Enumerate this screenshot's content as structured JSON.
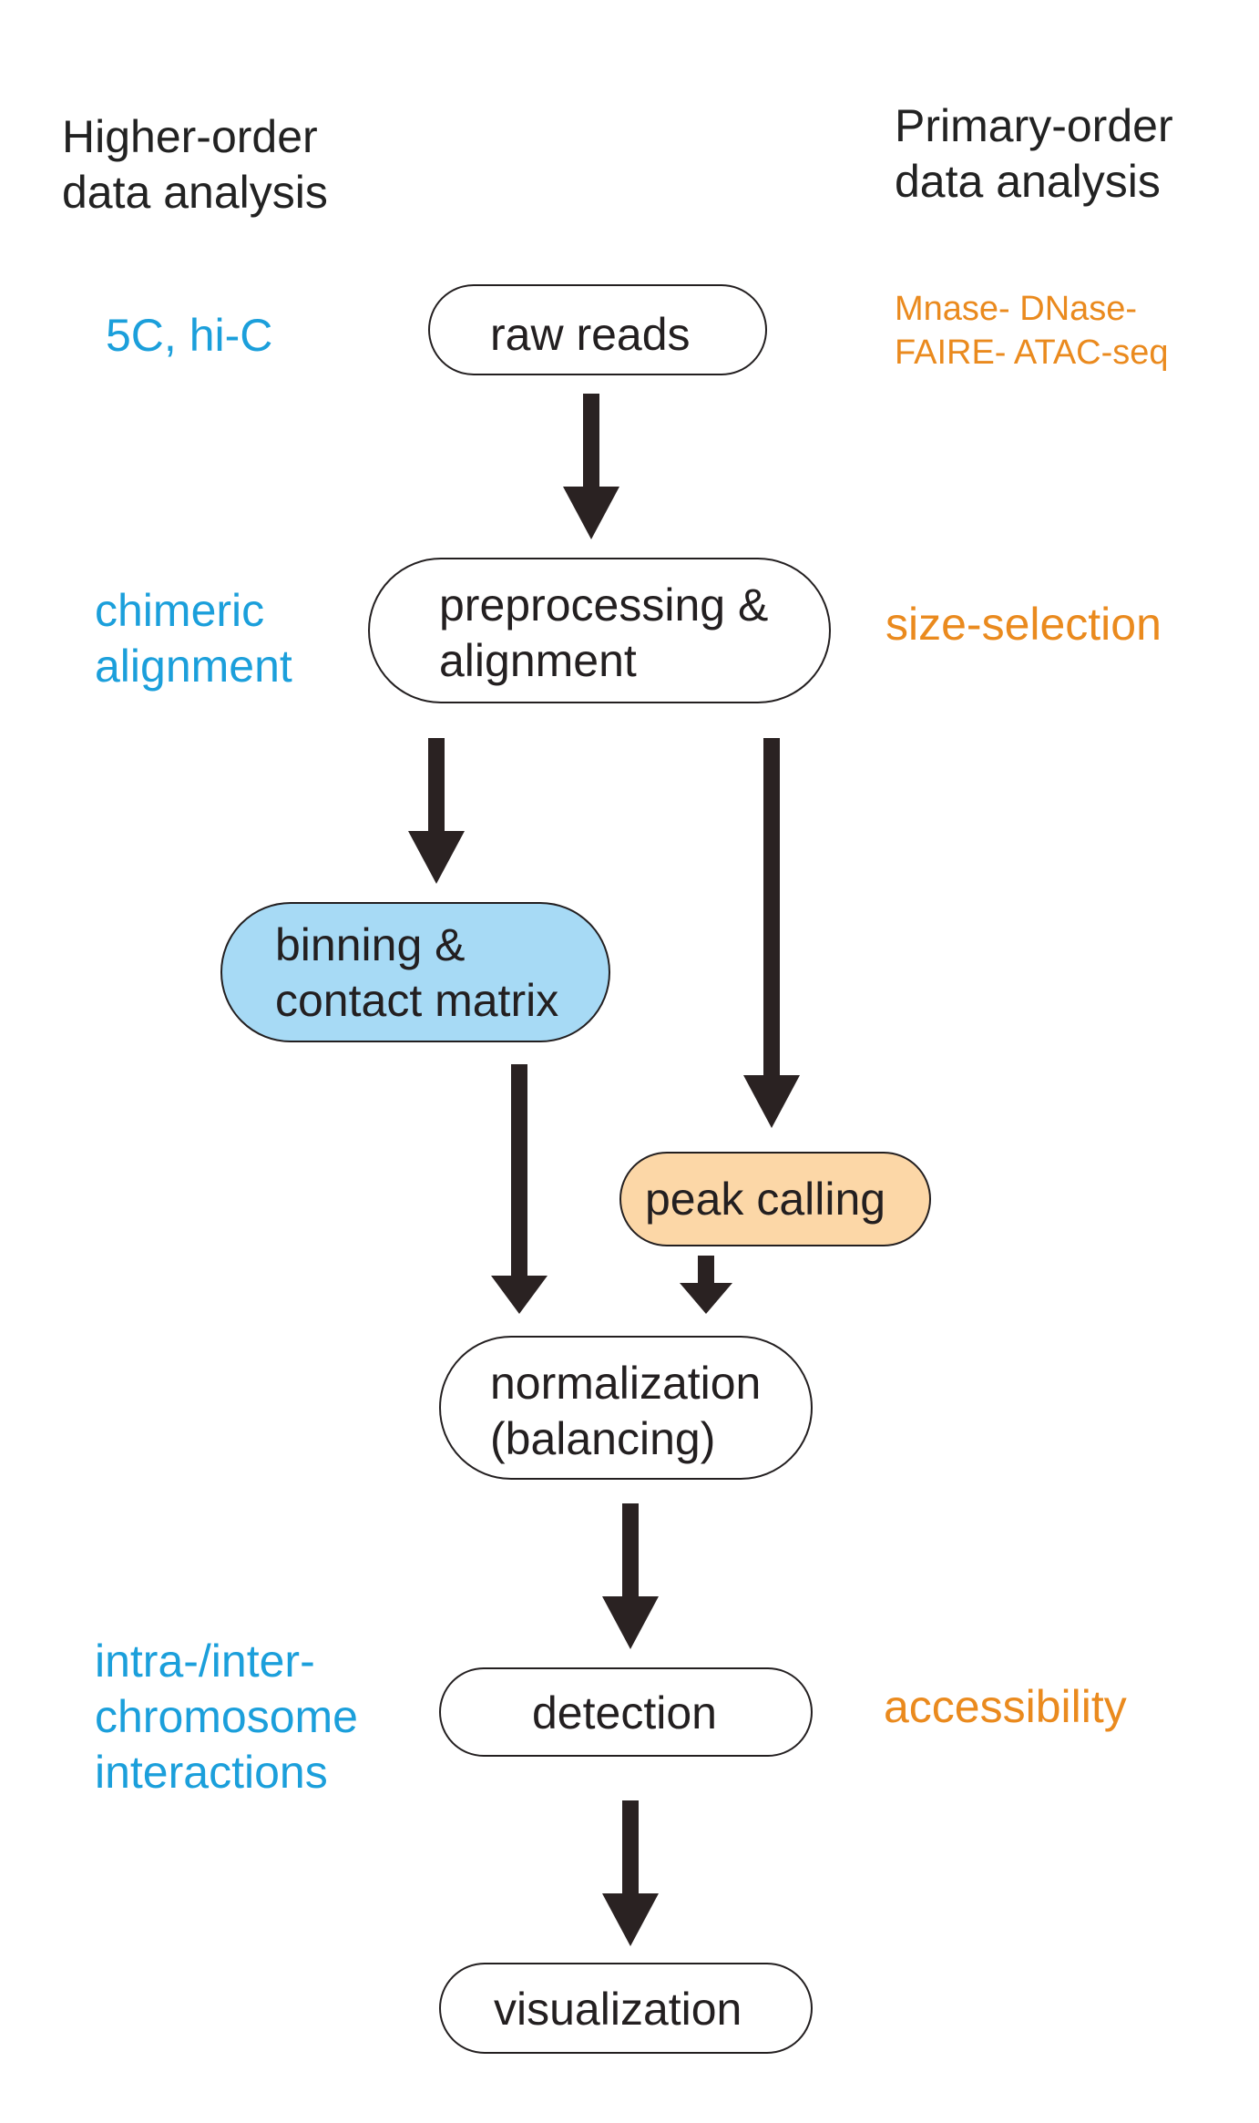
{
  "headers": {
    "left": [
      "Higher-order",
      "data analysis"
    ],
    "right": [
      "Primary-order",
      "data analysis"
    ]
  },
  "left_labels": {
    "top": [
      "5C, hi-C"
    ],
    "alignment": [
      "chimeric",
      "alignment"
    ],
    "detection": [
      "intra-/inter-",
      "chromosome",
      "interactions"
    ]
  },
  "right_labels": {
    "top": [
      "Mnase- DNase-",
      "FAIRE- ATAC-seq"
    ],
    "alignment": [
      "size-selection"
    ],
    "detection": [
      "accessibility"
    ]
  },
  "steps": {
    "raw_reads": [
      "raw reads"
    ],
    "preprocessing": [
      "preprocessing &",
      "alignment"
    ],
    "binning": [
      "binning &",
      "contact matrix"
    ],
    "peak_calling": [
      "peak calling"
    ],
    "normalization": [
      "normalization",
      "(balancing)"
    ],
    "detection": [
      "detection"
    ],
    "visualization": [
      "visualization"
    ]
  },
  "colors": {
    "higher_order_text": "#1b9fdb",
    "primary_order_text": "#ea8a1e",
    "binning_fill": "#a7daf5",
    "peak_fill": "#fcd7a7",
    "arrow": "#2a2222"
  }
}
